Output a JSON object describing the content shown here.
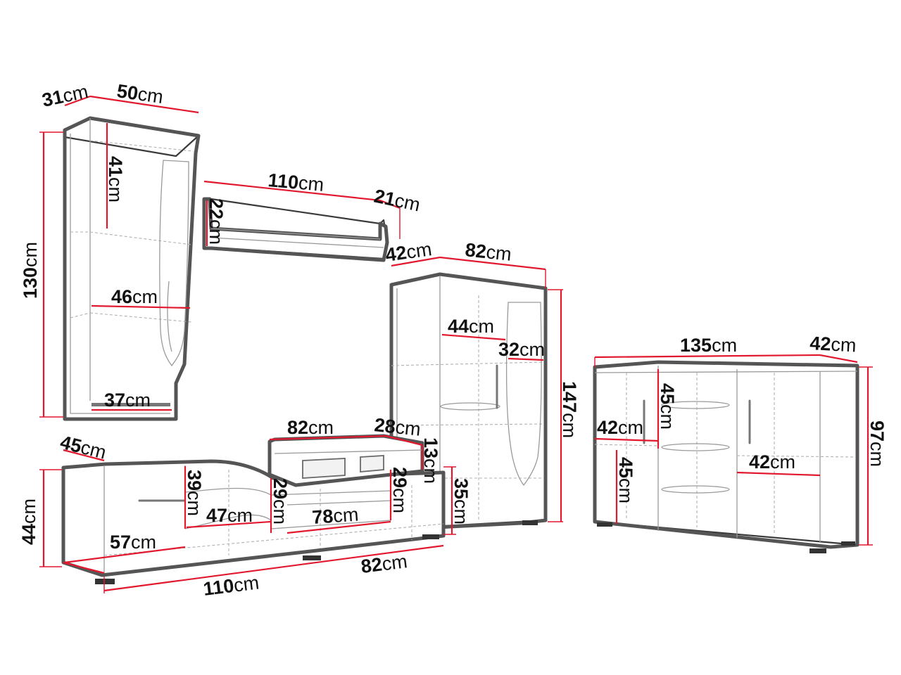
{
  "diagram": {
    "colors": {
      "dimension_line": "#e2182e",
      "outline": "#555555",
      "text": "#111111"
    },
    "wall_cabinet": {
      "depth": {
        "num": "31",
        "unit": "cm"
      },
      "width": {
        "num": "50",
        "unit": "cm"
      },
      "height": {
        "num": "130",
        "unit": "cm"
      },
      "inner_height": {
        "num": "41",
        "unit": "cm"
      },
      "shelf_width": {
        "num": "46",
        "unit": "cm"
      },
      "bottom_width": {
        "num": "37",
        "unit": "cm"
      }
    },
    "wall_shelf": {
      "width": {
        "num": "110",
        "unit": "cm"
      },
      "depth": {
        "num": "21",
        "unit": "cm"
      },
      "height": {
        "num": "22",
        "unit": "cm"
      }
    },
    "display_cabinet": {
      "depth": {
        "num": "42",
        "unit": "cm"
      },
      "width": {
        "num": "82",
        "unit": "cm"
      },
      "height": {
        "num": "147",
        "unit": "cm"
      },
      "shelf_width": {
        "num": "44",
        "unit": "cm"
      },
      "side_width": {
        "num": "32",
        "unit": "cm"
      }
    },
    "tv_stand": {
      "depth": {
        "num": "45",
        "unit": "cm"
      },
      "height": {
        "num": "44",
        "unit": "cm"
      },
      "top_width": {
        "num": "82",
        "unit": "cm"
      },
      "top_depth": {
        "num": "28",
        "unit": "cm"
      },
      "top_height": {
        "num": "13",
        "unit": "cm"
      },
      "right_height": {
        "num": "35",
        "unit": "cm"
      },
      "compartment_height": {
        "num": "39",
        "unit": "cm"
      },
      "compartment_width": {
        "num": "47",
        "unit": "cm"
      },
      "drawer_height_left": {
        "num": "29",
        "unit": "cm"
      },
      "drawer_height_right": {
        "num": "29",
        "unit": "cm"
      },
      "drawer_width": {
        "num": "78",
        "unit": "cm"
      },
      "left_width": {
        "num": "57",
        "unit": "cm"
      },
      "total_width": {
        "num": "110",
        "unit": "cm"
      },
      "right_width": {
        "num": "82",
        "unit": "cm"
      }
    },
    "sideboard": {
      "width": {
        "num": "135",
        "unit": "cm"
      },
      "depth": {
        "num": "42",
        "unit": "cm"
      },
      "height": {
        "num": "97",
        "unit": "cm"
      },
      "upper_compartment_height": {
        "num": "45",
        "unit": "cm"
      },
      "lower_compartment_height": {
        "num": "45",
        "unit": "cm"
      },
      "left_shelf_width": {
        "num": "42",
        "unit": "cm"
      },
      "right_shelf_width": {
        "num": "42",
        "unit": "cm"
      }
    }
  }
}
